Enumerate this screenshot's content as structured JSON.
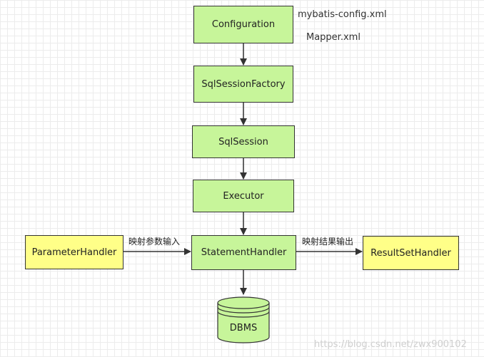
{
  "notes": {
    "config_file": "mybatis-config.xml",
    "mapper_file": "Mapper.xml"
  },
  "nodes": {
    "configuration": "Configuration",
    "sql_session_factory": "SqlSessionFactory",
    "sql_session": "SqlSession",
    "executor": "Executor",
    "statement_handler": "StatementHandler",
    "parameter_handler": "ParameterHandler",
    "result_set_handler": "ResultSetHandler",
    "dbms": "DBMS"
  },
  "edge_labels": {
    "parameter_mapping": "映射参数输入",
    "result_mapping": "映射结果输出"
  },
  "watermark": "https://blog.csdn.net/zwx900102",
  "colors": {
    "core_node_fill": "#c7f59a",
    "handler_node_fill": "#ffff88",
    "stroke": "#333333"
  }
}
